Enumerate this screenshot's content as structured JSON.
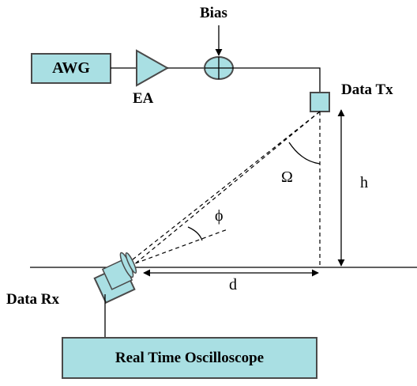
{
  "blocks": {
    "awg": "AWG",
    "oscilloscope": "Real Time Oscilloscope"
  },
  "labels": {
    "bias": "Bias",
    "ea": "EA",
    "data_tx": "Data Tx",
    "data_rx": "Data Rx",
    "omega": "Ω",
    "phi": "ϕ",
    "h": "h",
    "d": "d"
  },
  "colors": {
    "block_fill": "#a9dfe3",
    "outline": "#4a4a4a",
    "line": "#000000"
  }
}
